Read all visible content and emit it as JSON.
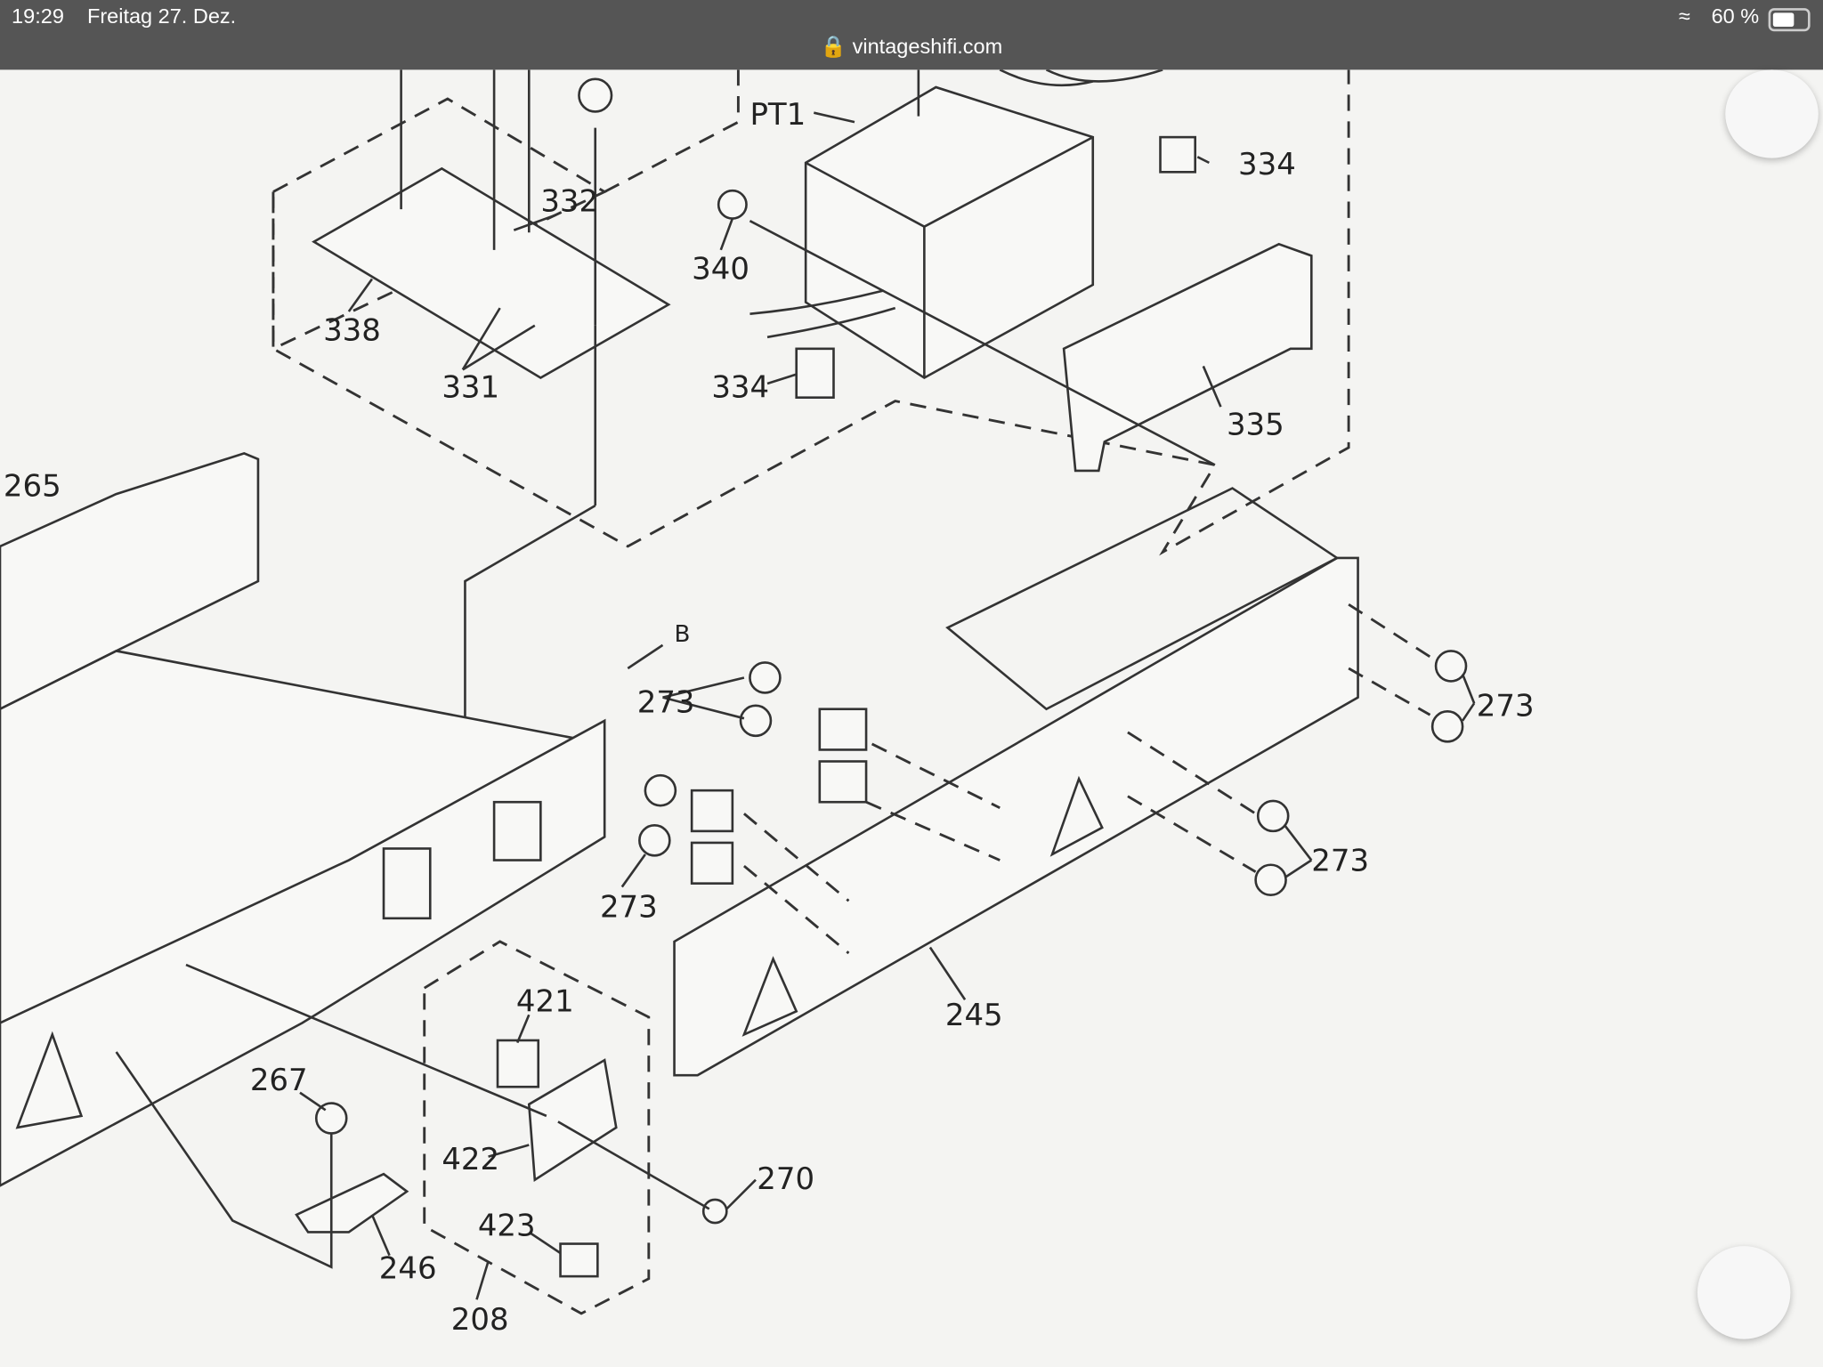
{
  "status_bar": {
    "time": "19:29",
    "date": "Freitag 27. Dez.",
    "battery": "60 %",
    "url": "vintageshifi.com"
  },
  "diagram": {
    "labels": [
      "PT1",
      "334",
      "340",
      "332",
      "338",
      "331",
      "334",
      "335",
      "265",
      "B",
      "273",
      "273",
      "273",
      "273",
      "245",
      "421",
      "267",
      "422",
      "270",
      "423",
      "246",
      "208"
    ]
  }
}
